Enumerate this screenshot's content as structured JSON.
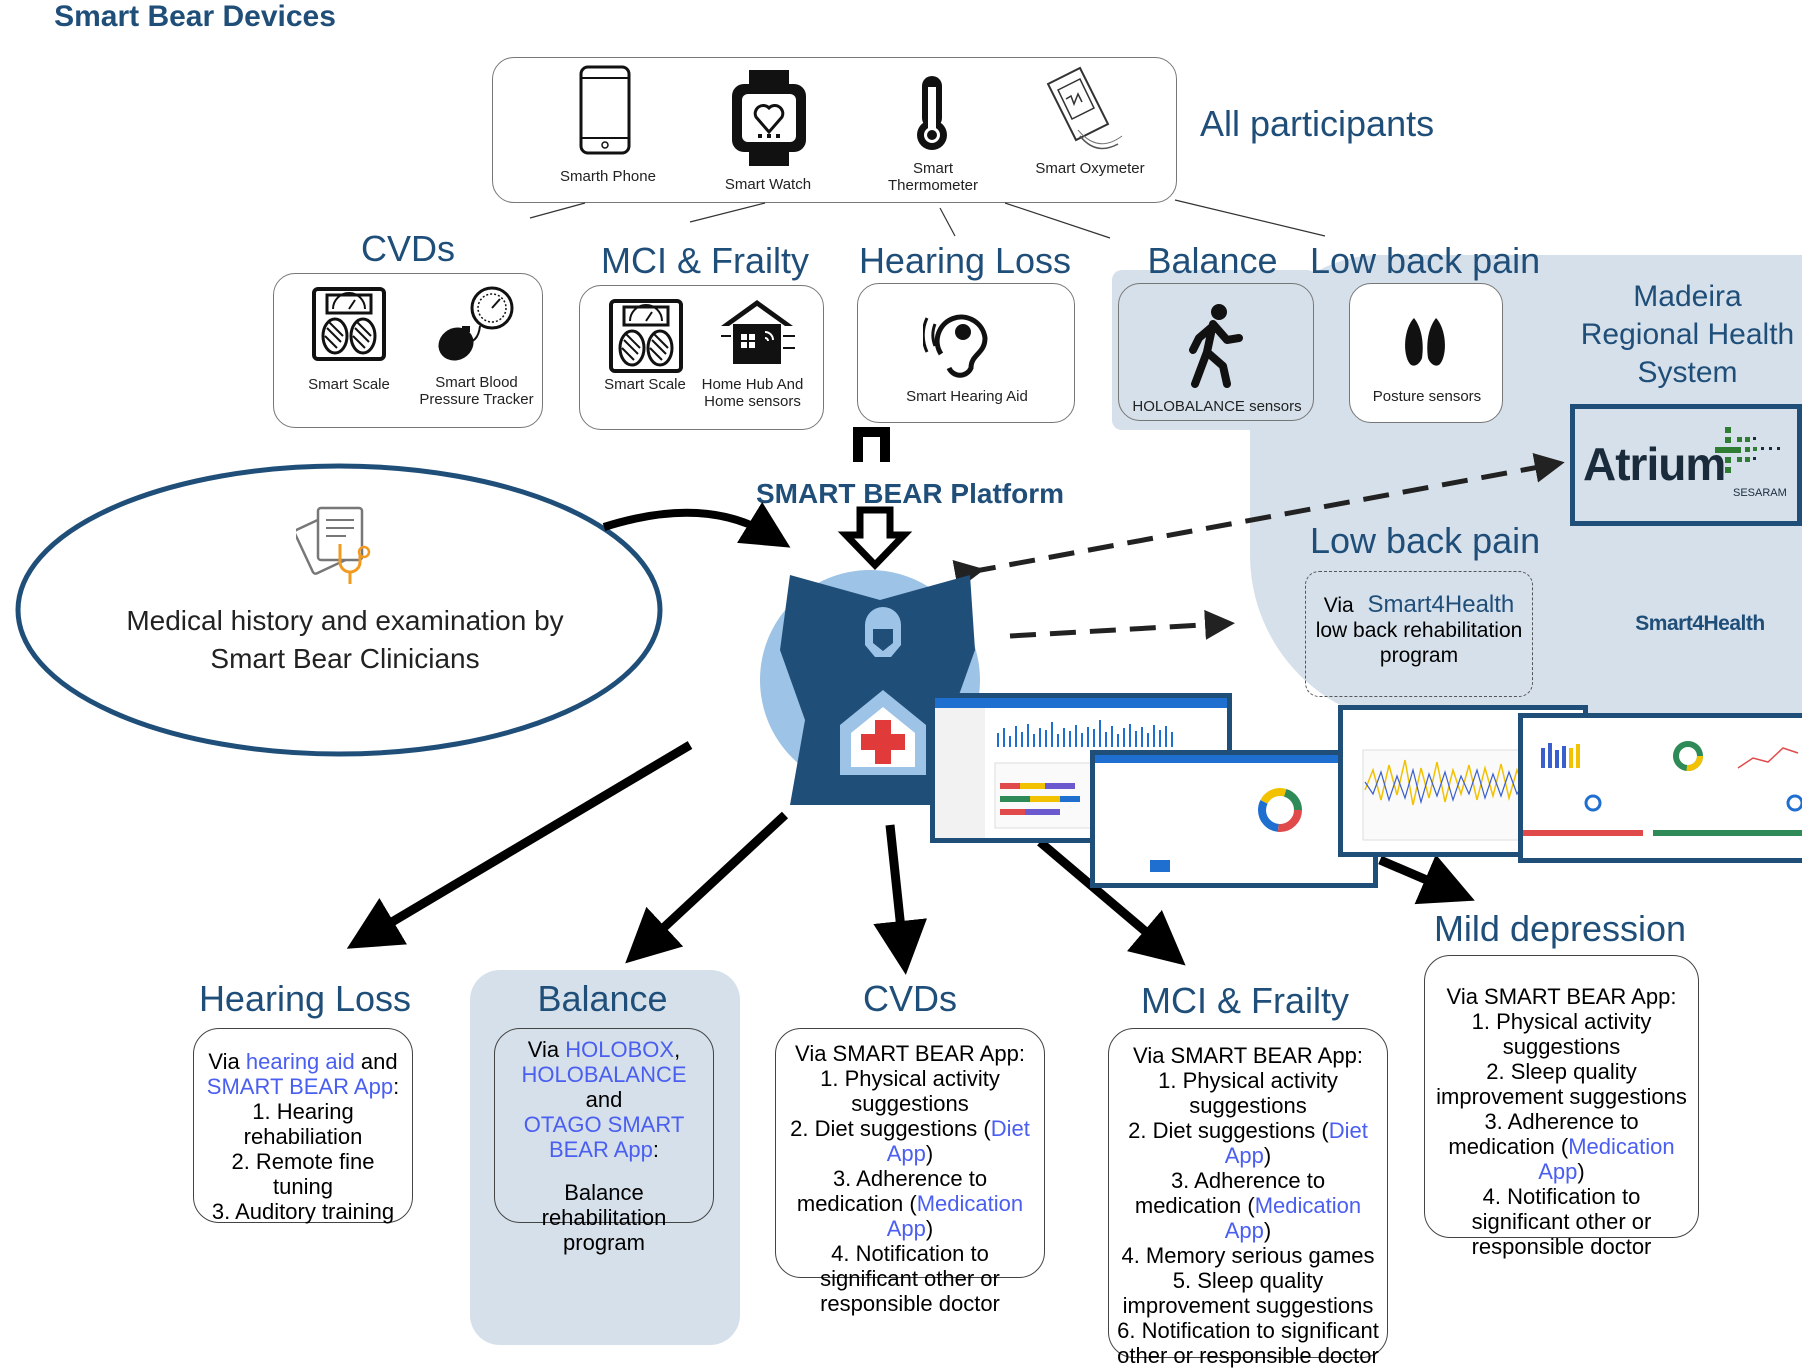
{
  "devices": {
    "title": "Smart Bear Devices",
    "items": [
      {
        "label": "Smarth Phone"
      },
      {
        "label": "Smart Watch"
      },
      {
        "label": "Smart Thermometer"
      },
      {
        "label": "Smart Oxymeter"
      }
    ],
    "all_participants": "All participants"
  },
  "categories": [
    {
      "title": "CVDs",
      "devices": [
        "Smart Scale",
        "Smart Blood Pressure Tracker"
      ]
    },
    {
      "title": "MCI & Frailty",
      "devices": [
        "Smart Scale",
        "Home Hub And Home sensors"
      ]
    },
    {
      "title": "Hearing Loss",
      "devices": [
        "Smart Hearing Aid"
      ]
    },
    {
      "title": "Balance",
      "devices": [
        "HOLOBALANCE sensors"
      ]
    },
    {
      "title": "Low back pain",
      "devices": [
        "Posture sensors"
      ]
    }
  ],
  "madeira": {
    "title": "Madeira Regional Health System",
    "logo_text": "Atrium",
    "logo_sub": "SESARAM"
  },
  "platform": {
    "title": "SMART BEAR Platform"
  },
  "medical": {
    "text": "Medical history and examination by Smart Bear Clinicians"
  },
  "lowback_right": {
    "title": "Low back pain",
    "via": "Via",
    "link": "Smart4Health",
    "rest": "low back rehabilitation program",
    "logo": "Smart4Health"
  },
  "outcomes": {
    "hearing": {
      "title": "Hearing Loss",
      "l1a": "Via ",
      "l1b": "hearing aid",
      "l1c": " and",
      "l2a": "SMART BEAR App",
      "l2b": ":",
      "items": [
        "1. Hearing rehabiliation",
        "2. Remote fine tuning",
        "3. Auditory training"
      ]
    },
    "balance": {
      "title": "Balance",
      "via": "Via ",
      "link1": "HOLOBOX",
      "sep1": ",",
      "link2": "HOLOBALANCE",
      "and": " and",
      "link3": "OTAGO SMART BEAR App",
      "colon": ":",
      "body": "Balance rehabilitation program"
    },
    "cvds": {
      "title": "CVDs",
      "head": "Via SMART BEAR App:",
      "i1": "1. Physical activity suggestions",
      "i2a": "2. Diet suggestions (",
      "i2b": "Diet App",
      "i2c": ")",
      "i3a": "3. Adherence to medication (",
      "i3b": "Medication App",
      "i3c": ")",
      "i4": "4. Notification to significant other or responsible doctor"
    },
    "mci": {
      "title": "MCI & Frailty",
      "head": "Via SMART BEAR App:",
      "i1": "1. Physical activity suggestions",
      "i2a": "2. Diet suggestions (",
      "i2b": "Diet App",
      "i2c": ")",
      "i3a": "3. Adherence to medication (",
      "i3b": "Medication App",
      "i3c": ")",
      "i4": "4. Memory serious games",
      "i5": "5. Sleep quality improvement suggestions",
      "i6": "6. Notification to significant other or responsible doctor"
    },
    "depression": {
      "title": "Mild depression",
      "head": "Via SMART BEAR App:",
      "i1": "1. Physical activity suggestions",
      "i2": "2. Sleep quality improvement suggestions",
      "i3a": "3. Adherence to medication (",
      "i3b": "Medication App",
      "i3c": ")",
      "i4": "4. Notification to significant other or responsible doctor"
    }
  },
  "colors": {
    "title_blue": "#1f4e79",
    "link_blue": "#4a5ef0",
    "blob_grey": "#d6e0ea",
    "bear_blue": "#1f4e79",
    "bear_light": "#9dc3e6",
    "cross_red": "#e03a3a"
  }
}
